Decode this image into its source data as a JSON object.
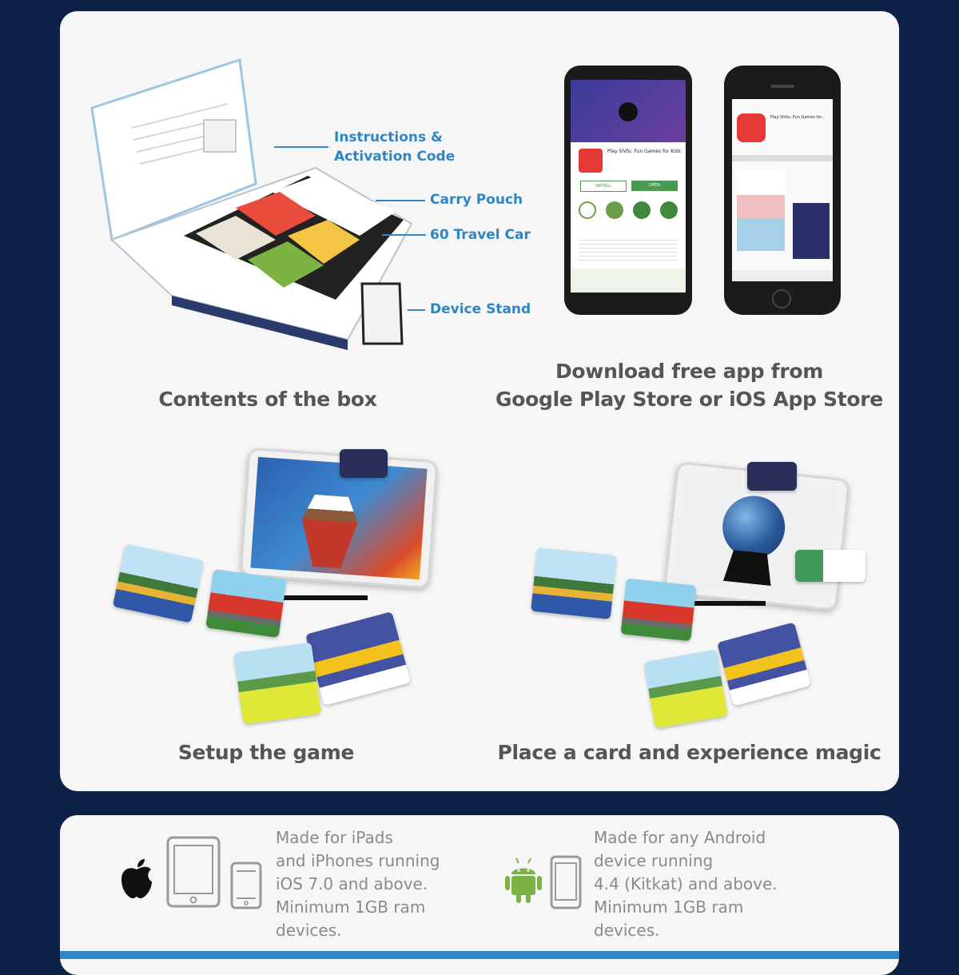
{
  "box": {
    "callouts": {
      "instructions": "Instructions &\nActivation Code",
      "pouch": "Carry Pouch",
      "cards": "60 Travel Car",
      "stand": "Device Stand"
    },
    "caption": "Contents of the box"
  },
  "app": {
    "caption_line1": "Download free app from",
    "caption_line2": "Google Play Store or iOS App Store",
    "android_screen": {
      "app_name": "Play Shifu: Fun Games for Kids",
      "install_label": "INSTALL",
      "open_label": "OPEN"
    },
    "ios_screen": {
      "app_name": "Play Shifu: Fun Games for..."
    }
  },
  "setup": {
    "caption": "Setup the game"
  },
  "magic": {
    "caption": "Place a card and experience magic"
  },
  "requirements": {
    "ios": {
      "text": "Made for iPads\nand iPhones running\niOS 7.0 and above.\nMinimum 1GB ram\ndevices."
    },
    "android": {
      "text": "Made for any Android\ndevice running\n4.4 (Kitkat) and above.\nMinimum 1GB ram\ndevices."
    }
  },
  "colors": {
    "background": "#0d2147",
    "panel": "#f6f6f6",
    "accent_blue": "#2f86c6",
    "android_green": "#7cb342",
    "caption_gray": "#555555"
  }
}
